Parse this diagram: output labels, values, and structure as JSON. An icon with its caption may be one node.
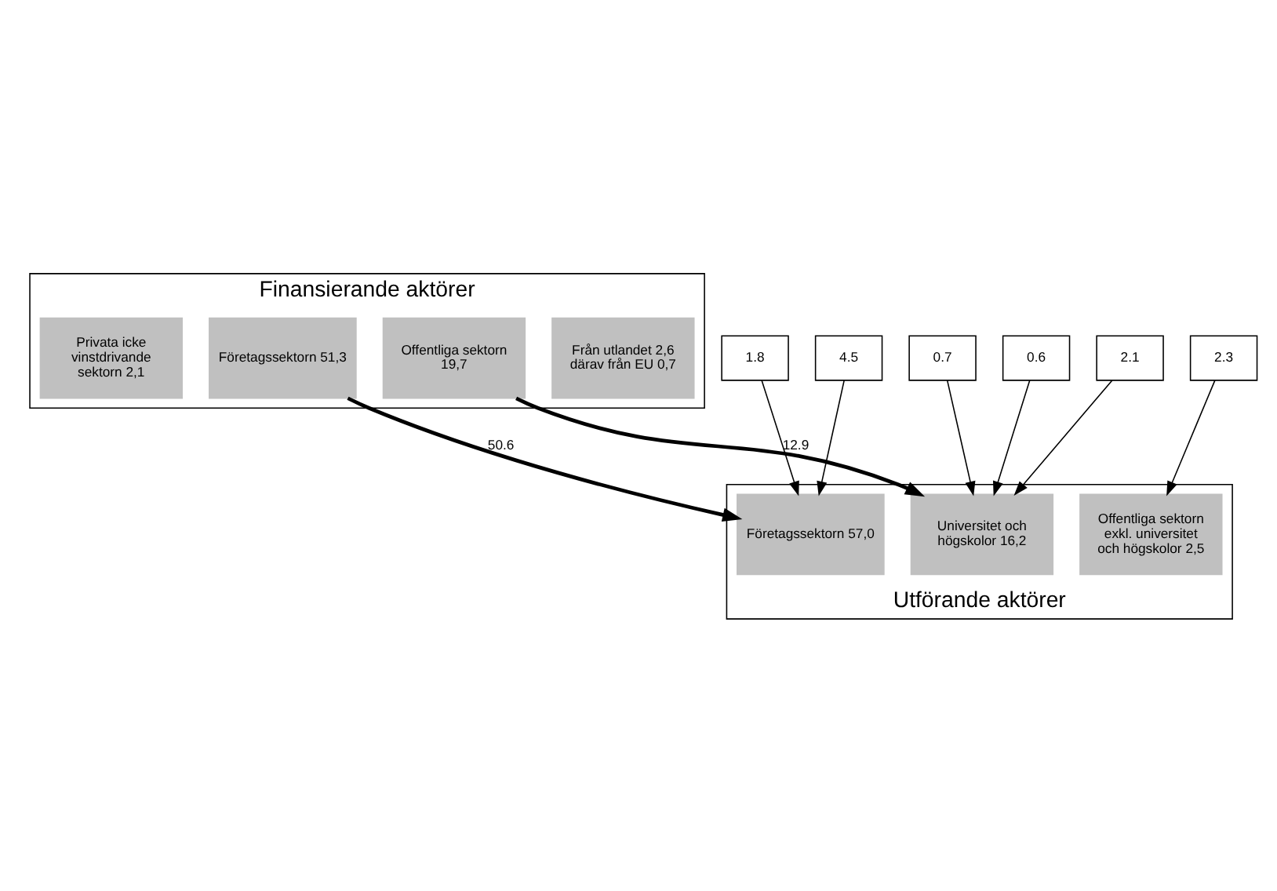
{
  "diagram": {
    "nodes": [
      {
        "text": [
          "Finansierande aktörer"
        ]
      },
      {
        "text": [
          "Från utlandet 2,6 därav från EU 0,7"
        ],
        "in": 0
      },
      {
        "text": [
          "Företagssektorn 51,3"
        ],
        "in": 0
      },
      {
        "text": [
          "Offentliga sektorn 19,7"
        ],
        "in": 0
      },
      {
        "text": [
          "Privata icke vinstdrivande sektorn 2,1"
        ],
        "in": 0
      },
      {
        "text": [
          "1.8"
        ]
      },
      {
        "text": [
          "0.7"
        ]
      },
      {
        "text": [
          "0.6"
        ]
      },
      {
        "text": [
          "4.5"
        ]
      },
      {
        "text": [
          "2.3"
        ]
      },
      {
        "text": [
          "2.1"
        ]
      },
      {
        "text": [
          "Utförande aktörer"
        ]
      },
      {
        "text": [
          "Företagssektorn 57,0"
        ],
        "in": 11
      },
      {
        "text": [
          "Universitet och högskolor 16,2"
        ],
        "in": 11
      },
      {
        "text": [
          "Offentliga sektorn exkl. universitet och högskolor 2,5"
        ],
        "in": 11
      }
    ],
    "edges": [
      {
        "from": 5,
        "to": 12,
        "arrow": "to"
      },
      {
        "from": 6,
        "to": 13,
        "arrow": "to"
      },
      {
        "from": 2,
        "to": 12,
        "arrow": "to",
        "label": "50.6",
        "style": "thick"
      },
      {
        "from": 7,
        "to": 13,
        "arrow": "to"
      },
      {
        "from": 8,
        "to": 12,
        "arrow": "to"
      },
      {
        "from": 3,
        "to": 13,
        "arrow": "to",
        "label": "12.9",
        "style": "thick"
      },
      {
        "from": 9,
        "to": 14,
        "arrow": "to"
      },
      {
        "from": 10,
        "to": 13,
        "arrow": "to"
      }
    ]
  }
}
